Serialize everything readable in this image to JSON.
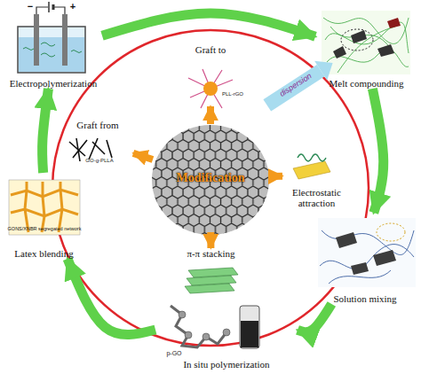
{
  "diagram": {
    "nodes": [
      {
        "text": [
          "Electropolymerization"
        ]
      },
      {
        "text": [
          "Graft to"
        ]
      },
      {
        "text": [
          "Melt compounding"
        ]
      },
      {
        "text": [
          "Graft from"
        ]
      },
      {
        "text": [
          "Modification"
        ]
      },
      {
        "text": [
          "Electrostatic attraction"
        ]
      },
      {
        "text": [
          "Latex blending"
        ]
      },
      {
        "text": [
          "Solution mixing"
        ]
      },
      {
        "text": [
          "π-π stacking"
        ]
      },
      {
        "text": [
          "In situ polymerization"
        ]
      }
    ],
    "edges": [
      {
        "from": 0,
        "to": 2,
        "arrow": "to"
      },
      {
        "from": 2,
        "to": 7,
        "arrow": "to"
      },
      {
        "from": 7,
        "to": 9,
        "arrow": "to"
      },
      {
        "from": 9,
        "to": 6,
        "arrow": "to"
      },
      {
        "from": 6,
        "to": 0,
        "arrow": "to"
      },
      {
        "from": 4,
        "to": 1,
        "arrow": "to"
      },
      {
        "from": 4,
        "to": 5,
        "arrow": "to"
      },
      {
        "from": 4,
        "to": 8,
        "arrow": "to"
      },
      {
        "from": 4,
        "to": 3,
        "arrow": "to"
      }
    ],
    "labels": [
      "−",
      "+",
      "PLL-rGO",
      "dispersion",
      "GO-g-PLLA",
      "GONS/XNBR segregated network",
      "p-GO"
    ]
  }
}
